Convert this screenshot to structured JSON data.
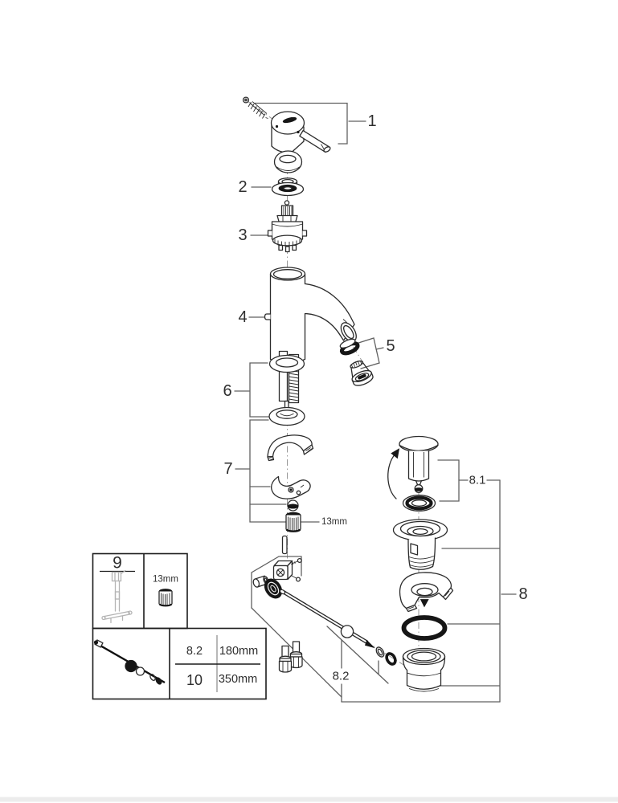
{
  "diagram": {
    "kind": "faucet-exploded-parts-diagram",
    "callouts": {
      "c1": "1",
      "c2": "2",
      "c3": "3",
      "c4": "4",
      "c5": "5",
      "c6": "6",
      "c7": "7",
      "c8": "8",
      "c8_1": "8.1",
      "c8_2": "8.2"
    },
    "annotations": {
      "nut_size": "13mm"
    },
    "legend_table": {
      "tool_ref": "9",
      "tool_nut_size": "13mm",
      "rows": [
        {
          "ref": "8.2",
          "length": "180mm"
        },
        {
          "ref": "10",
          "length": "350mm"
        }
      ]
    },
    "colors": {
      "part_line": "#2b2b2b",
      "annotation_line": "#606060",
      "text": "#2e2e2e"
    }
  }
}
